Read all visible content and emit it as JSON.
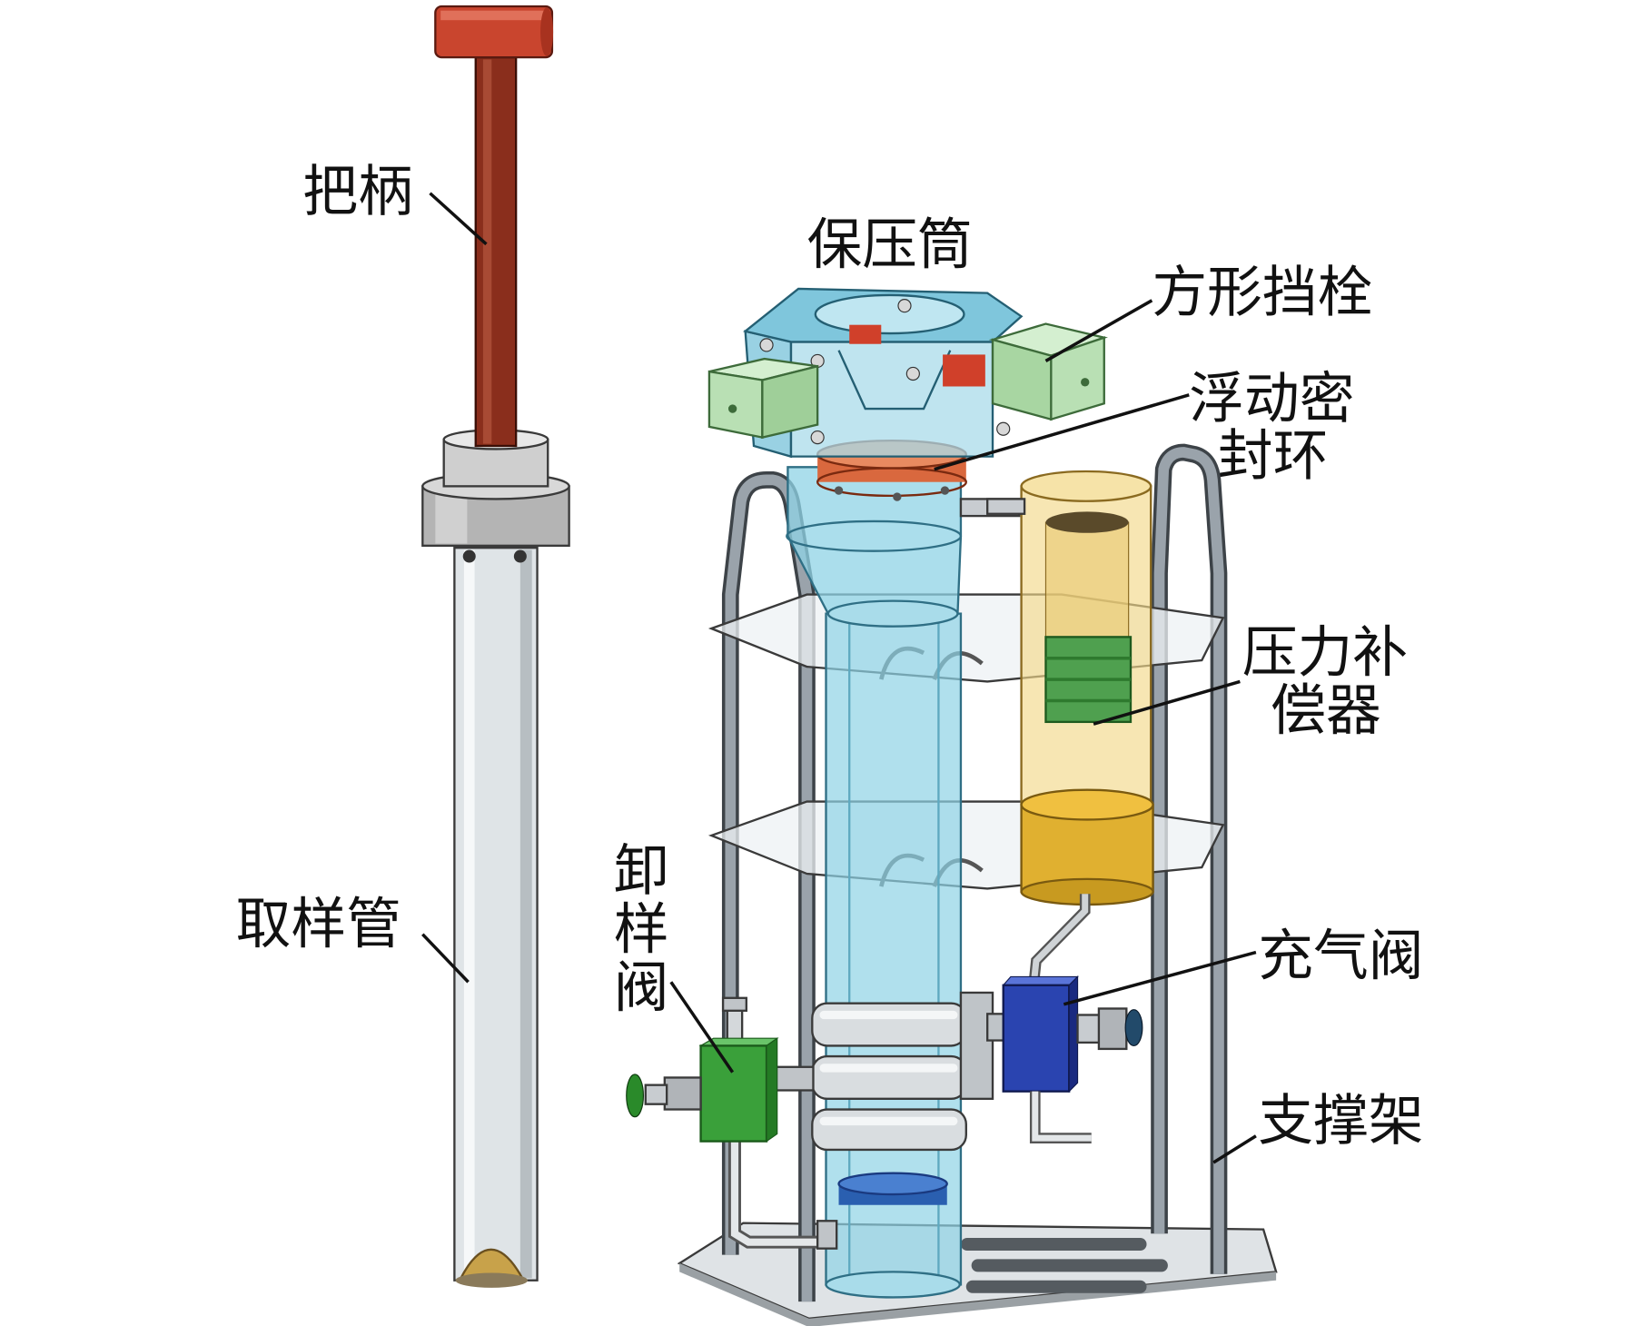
{
  "figure": {
    "labels": {
      "handle": "把柄",
      "sampling_tube": "取样管",
      "pressure_cylinder": "保压筒",
      "square_stopper": "方形挡栓",
      "floating_seal_ring": [
        "浮动密",
        "封环"
      ],
      "pressure_compensator": [
        "压力补",
        "偿器"
      ],
      "unloading_valve": [
        "卸",
        "样",
        "阀"
      ],
      "inflation_valve": "充气阀",
      "support_frame": "支撑架"
    },
    "colors": {
      "handle_cap": "#c9452e",
      "handle_rod": "#8a2e1c",
      "sampling_tube": "#dfe4e7",
      "pressure_cylinder": "#8fd3e6",
      "square_stopper": "#b9e0b4",
      "floating_seal_ring": "#d9683e",
      "pressure_compensator": "#f2d88a",
      "compensator_base": "#e0b030",
      "unloading_valve": "#3aa03a",
      "inflation_valve": "#2a44b0",
      "support_frame": "#9aa3ab"
    }
  }
}
